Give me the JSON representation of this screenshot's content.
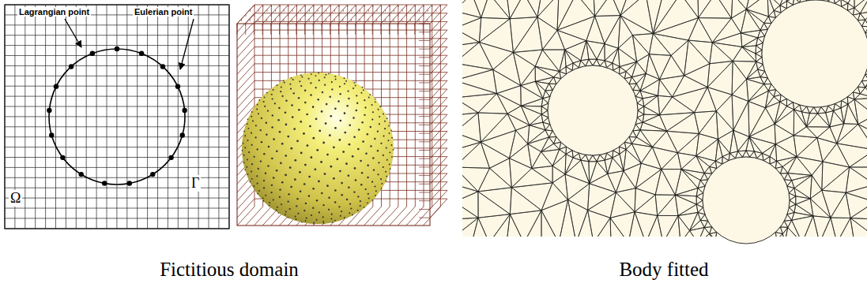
{
  "diagram": {
    "labels": [
      "Lagrangian point",
      "Eulerian point",
      "Γ",
      "Ω",
      "Fictitious domain",
      "Body fitted"
    ]
  }
}
